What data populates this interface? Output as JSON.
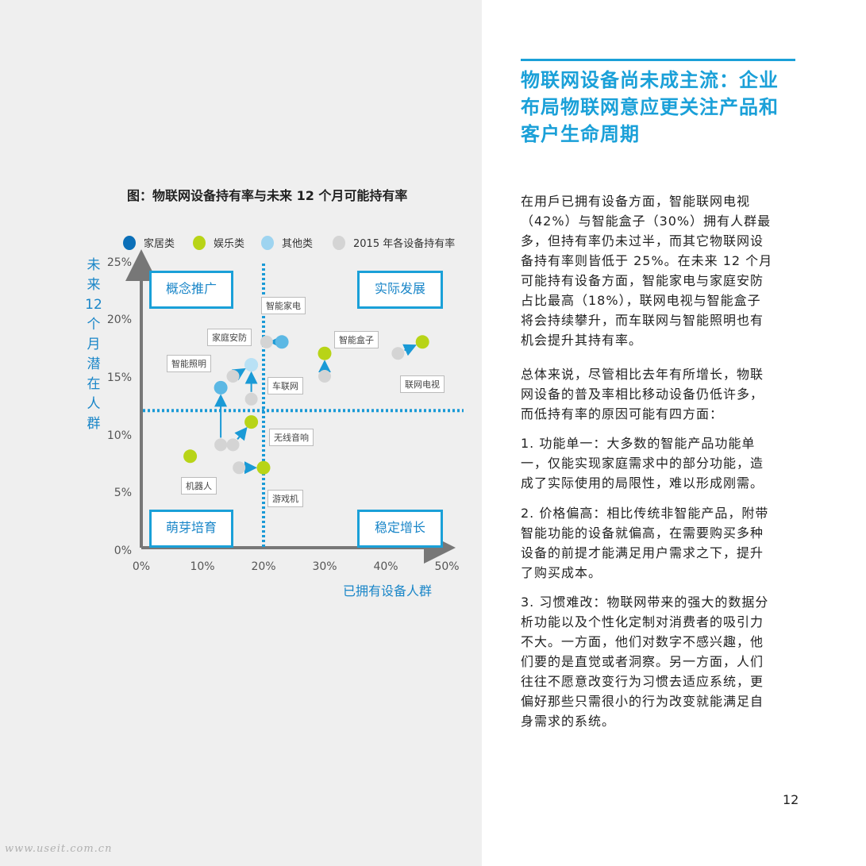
{
  "heading": {
    "lines": [
      "物联网设备尚未成主流：企业",
      "布局物联网意应更关注产品和",
      "客户生命周期"
    ],
    "accent_color": "#1aa0d8"
  },
  "body": {
    "p1": [
      "在用戶已拥有设备方面，智能联网电视",
      "（42%）与智能盒子（30%）拥有人群最",
      "多，但持有率仍未过半，而其它物联网设",
      "备持有率则皆低于 25%。在未来 12 个月",
      "可能持有设备方面，智能家电与家庭安防",
      "占比最高（18%），联网电视与智能盒子",
      "将会持续攀升，而车联网与智能照明也有",
      "机会提升其持有率。"
    ],
    "p2": [
      "总体来说，尽管相比去年有所增长，物联",
      "网设备的普及率相比移动设备仍低许多，",
      "而低持有率的原因可能有四方面："
    ],
    "p3": [
      "1. 功能单一：大多数的智能产品功能单",
      "一，仅能实现家庭需求中的部分功能，造",
      "成了实际使用的局限性，难以形成刚需。"
    ],
    "p4": [
      "2. 价格偏高：相比传统非智能产品，附带",
      "智能功能的设备就偏高，在需要购买多种",
      "设备的前提才能满足用户需求之下，提升",
      "了购买成本。"
    ],
    "p5": [
      "3. 习惯难改：物联网带来的强大的数据分",
      "析功能以及个性化定制对消费者的吸引力",
      "不大。一方面，他们对数字不感兴趣，他",
      "们要的是直觉或者洞察。另一方面，人们",
      "往往不愿意改变行为习惯去适应系统，更",
      "偏好那些只需很小的行为改变就能满足自",
      "身需求的系统。"
    ]
  },
  "page_number": "12",
  "watermark": "www.useit.com.cn",
  "chart_data": {
    "type": "scatter",
    "title": "图：物联网设备持有率与未来 12 个月可能持有率",
    "xlabel": "已拥有设备人群",
    "ylabel": [
      "未",
      "来",
      "12",
      "个",
      "月",
      "潜",
      "在",
      "人",
      "群"
    ],
    "xlim": [
      0,
      50
    ],
    "ylim": [
      0,
      25
    ],
    "x_ticks": [
      "0%",
      "10%",
      "20%",
      "30%",
      "40%",
      "50%"
    ],
    "y_ticks": [
      "0%",
      "5%",
      "10%",
      "15%",
      "20%",
      "25%"
    ],
    "reference_lines": {
      "x": 20,
      "y": 12
    },
    "quadrants": {
      "top_left": "概念推广",
      "top_right": "实际发展",
      "bottom_left": "萌芽培育",
      "bottom_right": "稳定增长"
    },
    "legend": [
      {
        "label": "家居类",
        "color": "#0b6fb8"
      },
      {
        "label": "娱乐类",
        "color": "#b8d417"
      },
      {
        "label": "其他类",
        "color": "#9ed4f0"
      },
      {
        "label": "2015 年各设备持有率",
        "color": "#d4d4d4"
      }
    ],
    "colors": {
      "家居类": "#0b6fb8",
      "娱乐类": "#b8d417",
      "其他类": "#5cb8e4",
      "其他类_light": "#b9e1f5",
      "2015": "#d4d4d4",
      "arrow": "#1a9ad6"
    },
    "devices": [
      {
        "name": "智能家电",
        "category": "其他类",
        "x2015": 20.5,
        "y2015": 18,
        "x": 23,
        "y": 18
      },
      {
        "name": "家庭安防",
        "category": "其他类_light",
        "x2015": 15,
        "y2015": 15,
        "x": 18,
        "y": 16
      },
      {
        "name": "智能照明",
        "category": "其他类",
        "x2015": 13,
        "y2015": 9,
        "x": 13,
        "y": 14
      },
      {
        "name": "车联网",
        "category": "其他类_light",
        "x2015": 18,
        "y2015": 13,
        "x": 18,
        "y": 16
      },
      {
        "name": "智能盒子",
        "category": "娱乐类",
        "x2015": 30,
        "y2015": 15,
        "x": 30,
        "y": 17
      },
      {
        "name": "联网电视",
        "category": "娱乐类",
        "x2015": 42,
        "y2015": 17,
        "x": 46,
        "y": 18
      },
      {
        "name": "无线音响",
        "category": "娱乐类",
        "x2015": 15,
        "y2015": 9,
        "x": 18,
        "y": 11
      },
      {
        "name": "机器人",
        "category": "娱乐类",
        "x2015": null,
        "y2015": null,
        "x": 8,
        "y": 8
      },
      {
        "name": "游戏机",
        "category": "娱乐类",
        "x2015": 16,
        "y2015": 7,
        "x": 20,
        "y": 7
      }
    ]
  }
}
